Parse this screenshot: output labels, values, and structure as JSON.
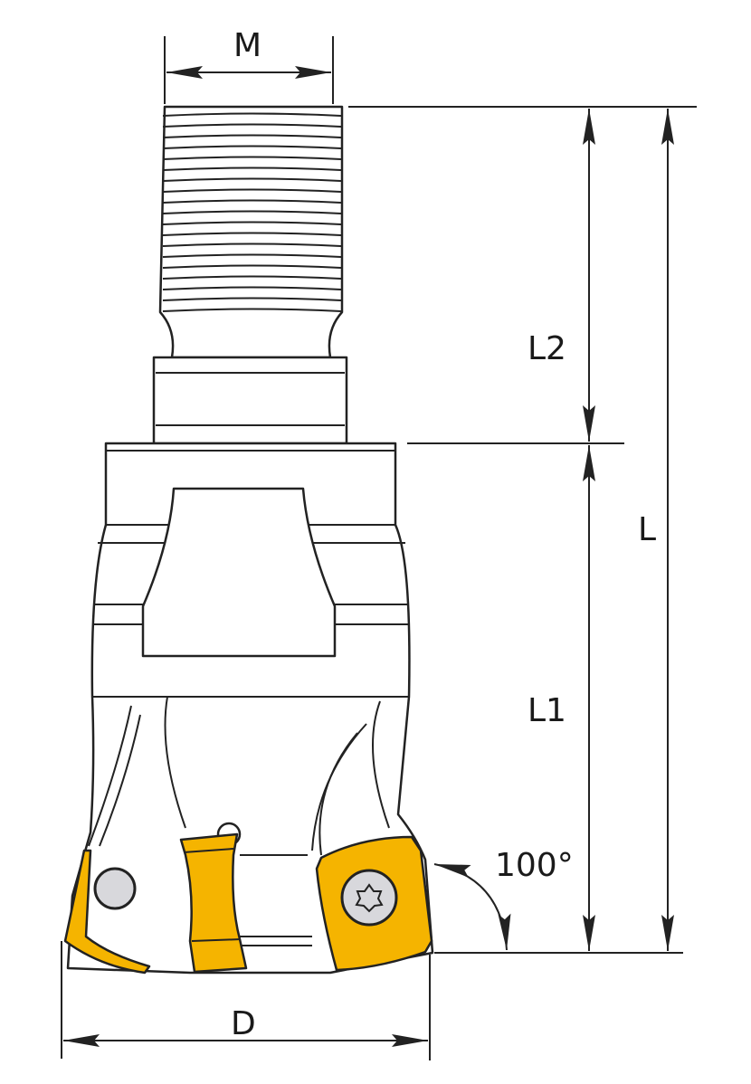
{
  "title": "Milling cutter with threaded shank - dimension drawing",
  "labels": {
    "thread_diameter": "M",
    "shank_length": "L2",
    "total_length": "L",
    "body_length": "L1",
    "entry_angle": "100°",
    "cutting_diameter": "D"
  },
  "colors": {
    "insert": "#f5b400",
    "outline": "#222222",
    "screw": "#d8d8dc"
  }
}
